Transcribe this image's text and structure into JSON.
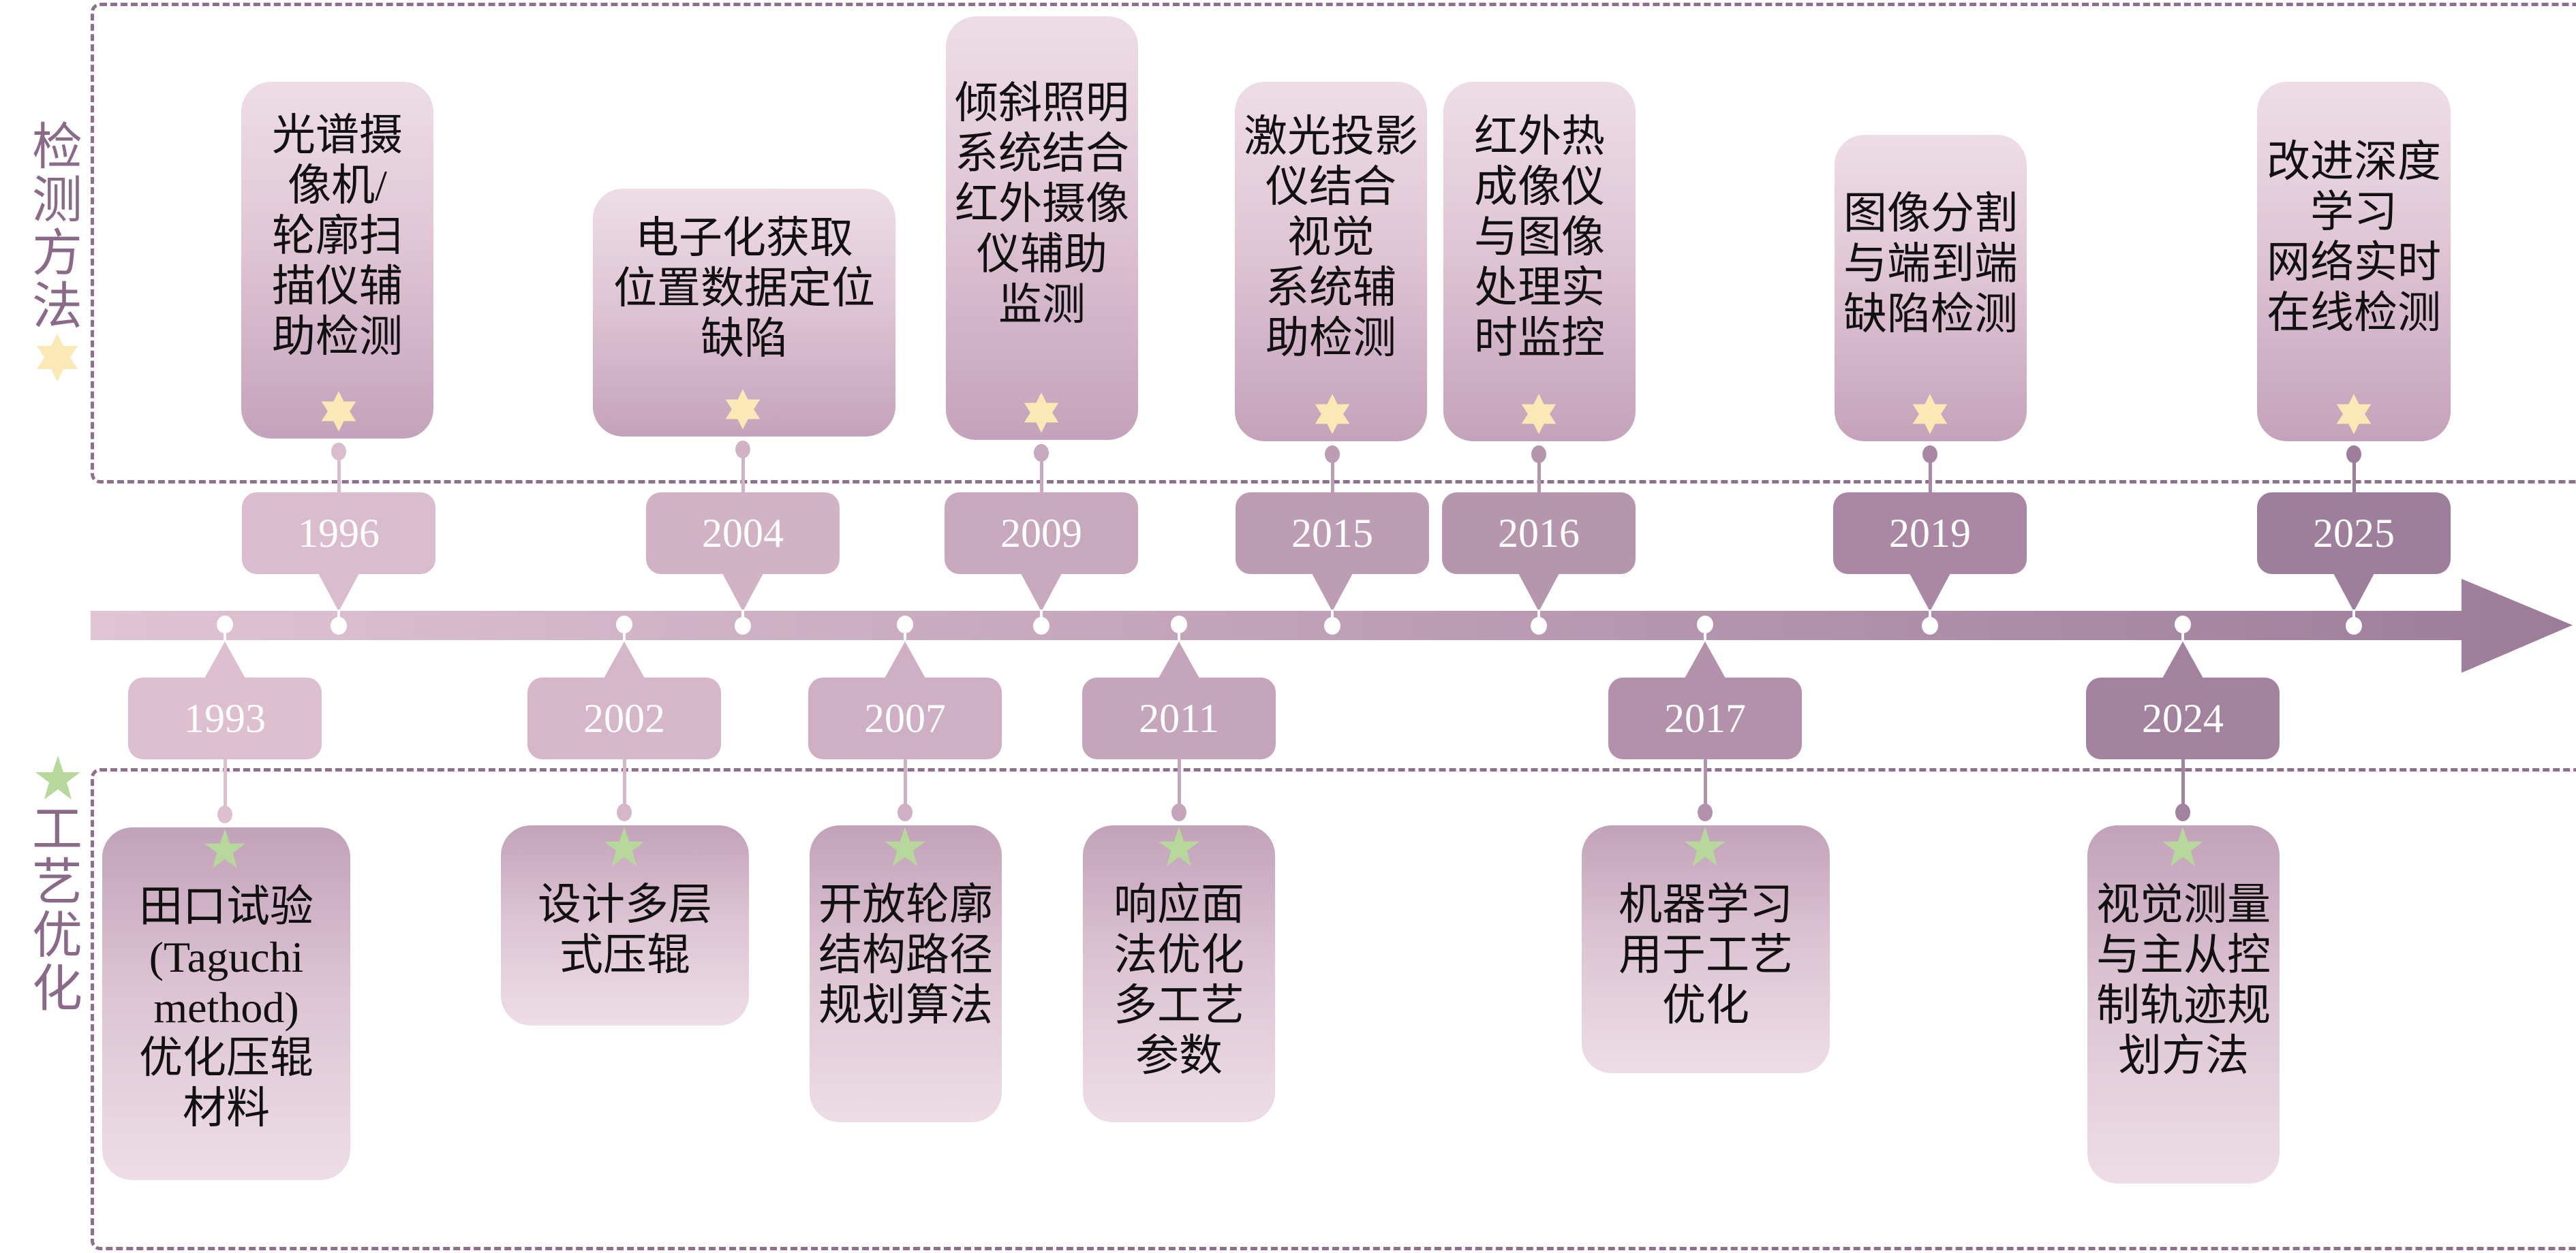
{
  "colors": {
    "dash_border": "#8f6f8d",
    "side_label": "#8a6a88",
    "star_detection": "#fbe9b5",
    "star_process": "#b6d89a",
    "arrow_start": "#e0c4d4",
    "arrow_end": "#9c7c99"
  },
  "sections": {
    "detection": {
      "label_chars": [
        "检",
        "测",
        "方",
        "法"
      ],
      "icon": "six-point-star"
    },
    "process": {
      "label_chars": [
        "工",
        "艺",
        "优",
        "化"
      ],
      "icon": "five-point-star"
    }
  },
  "timeline": {
    "detection_events": [
      {
        "year": "1996",
        "text": "光谱摄\n像机/\n轮廓扫\n描仪辅\n助检测",
        "color": "#d9bccd"
      },
      {
        "year": "2004",
        "text": "电子化获取\n位置数据定位\n缺陷",
        "color": "#d2b3c6"
      },
      {
        "year": "2009",
        "text": "倾斜照明\n系统结合\n红外摄像\n仪辅助\n监测",
        "color": "#c8a8bd"
      },
      {
        "year": "2015",
        "text": "激光投影\n仪结合\n视觉\n系统辅\n助检测",
        "color": "#bc9db3"
      },
      {
        "year": "2016",
        "text": "红外热\n成像仪\n与图像\n处理实\n时监控",
        "color": "#b696ad"
      },
      {
        "year": "2019",
        "text": "图像分割\n与端到端\n缺陷检测",
        "color": "#aa88a3"
      },
      {
        "year": "2025",
        "text": "改进深度\n学习\n网络实时\n在线检测",
        "color": "#9e7f9b"
      }
    ],
    "process_events": [
      {
        "year": "1993",
        "text": "田口试验\n(Taguchi\nmethod)\n优化压辊\n材料",
        "color": "#ddbfd0"
      },
      {
        "year": "2002",
        "text": "设计多层\n式压辊",
        "color": "#d5b7c9"
      },
      {
        "year": "2007",
        "text": "开放轮廓\n结构路径\n规划算法",
        "color": "#ceafc3"
      },
      {
        "year": "2011",
        "text": "响应面\n法优化\n多工艺\n参数",
        "color": "#c5a5bb"
      },
      {
        "year": "2017",
        "text": "机器学习\n用于工艺\n优化",
        "color": "#b391aa"
      },
      {
        "year": "2024",
        "text": "视觉测量\n与主从控\n制轨迹规\n划方法",
        "color": "#a3829e"
      }
    ]
  }
}
